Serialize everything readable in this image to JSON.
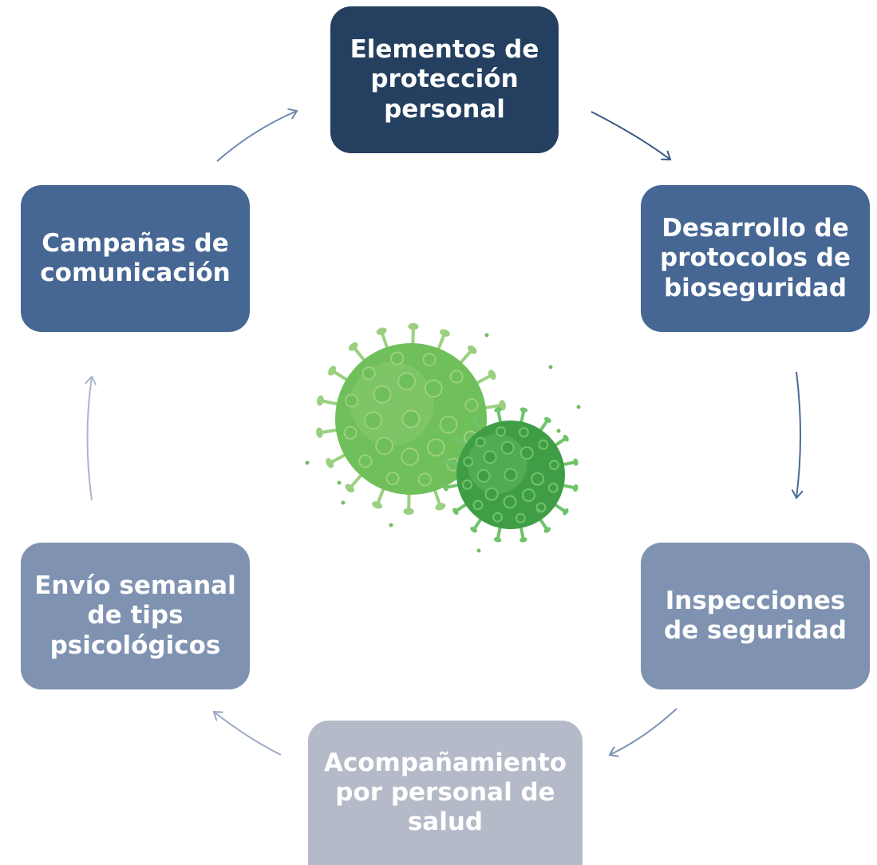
{
  "diagram": {
    "type": "cycle",
    "nodes": [
      {
        "id": "n1",
        "label": "Elementos de\nprotección\npersonal",
        "color": "#243f5f"
      },
      {
        "id": "n2",
        "label": "Desarrollo de\nprotocolos de\nbioseguridad",
        "color": "#466793"
      },
      {
        "id": "n3",
        "label": "Inspecciones\nde seguridad",
        "color": "#7f92b1"
      },
      {
        "id": "n4",
        "label": "Acompañamiento\npor personal de\nsalud",
        "color": "#b4bac8"
      },
      {
        "id": "n5",
        "label": "Envío semanal\nde tips\npsicológicos",
        "color": "#7f92b1"
      },
      {
        "id": "n6",
        "label": "Campañas de\ncomunicación",
        "color": "#466793"
      }
    ],
    "arrow_colors": [
      "#3a5a83",
      "#4a6b96",
      "#7b91b4",
      "#9aaac4",
      "#a9b6cc",
      "#6f86ab"
    ],
    "center_image": "coronavirus-illustration",
    "virus_colors": {
      "large": "#6fbf5a",
      "large_light": "#9bd080",
      "small": "#3f9e45",
      "small_light": "#6fc36a"
    }
  }
}
